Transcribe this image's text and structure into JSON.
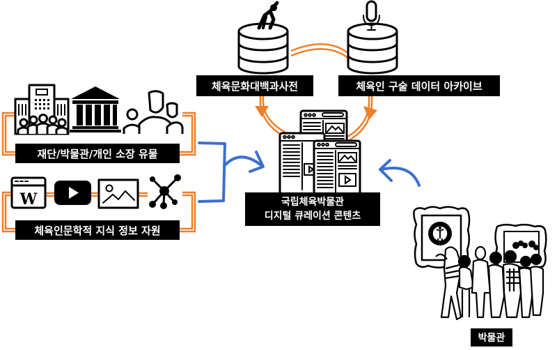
{
  "diagram": {
    "title": "National Sports Museum digital curation content sources",
    "colors": {
      "orange_connector": "#F07F2A",
      "blue_arrow": "#3D6FCC",
      "label_bg": "#000000",
      "label_text": "#FFFFFF"
    },
    "nodes": {
      "encyclopedia": {
        "label": "체육문화대백과사전",
        "icon": "database-with-stretching-figure-icon"
      },
      "oral_archive": {
        "label": "체육인 구술 데이터 아카이브",
        "icon": "database-with-microphone-icon"
      },
      "artifacts": {
        "label": "재단/박물관/개인 소장 유물",
        "icons": [
          "office-building-with-crowd-icon",
          "museum-building-icon",
          "people-group-icon"
        ]
      },
      "knowledge": {
        "label": "체육인문학적 지식 정보 자원",
        "icons": [
          "wikipedia-browser-icon",
          "video-play-icon",
          "image-icon",
          "network-hub-icon"
        ]
      },
      "center": {
        "label_line1": "국립체육박물관",
        "label_line2": "디지털 큐레이션 콘텐츠",
        "icon": "web-pages-stack-icon"
      },
      "museum": {
        "label": "박물관",
        "icon": "museum-visitors-illustration"
      }
    },
    "edges": [
      {
        "from": "encyclopedia",
        "to": "oral_archive",
        "style": "orange-double-line"
      },
      {
        "from": "encyclopedia",
        "to": "center",
        "style": "orange-double-arrow"
      },
      {
        "from": "oral_archive",
        "to": "center",
        "style": "orange-double-arrow"
      },
      {
        "from": "artifacts",
        "to": "center",
        "style": "blue-bracket-arrow"
      },
      {
        "from": "knowledge",
        "to": "center",
        "style": "blue-bracket-arrow"
      },
      {
        "from": "museum",
        "to": "center",
        "style": "blue-arrow"
      }
    ]
  }
}
